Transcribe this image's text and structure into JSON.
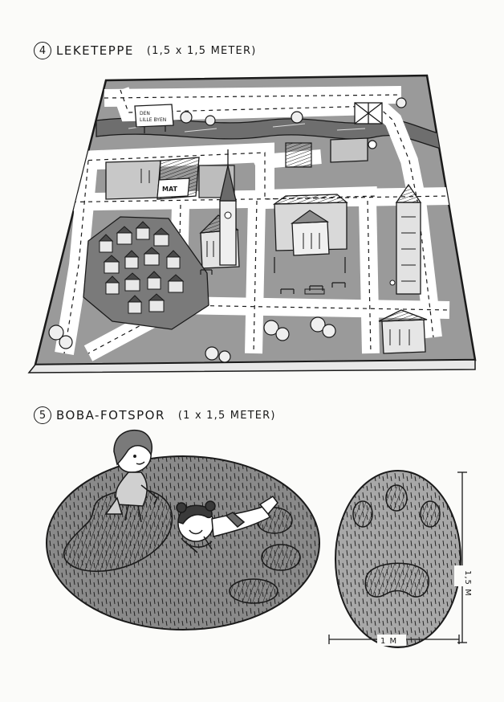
{
  "section4": {
    "number": "4",
    "title": "LEKETEPPE",
    "dimensions": "(1,5 x 1,5 METER)",
    "sign_line1": "DEN",
    "sign_line2": "LILLE BYEN",
    "store_label": "MAT"
  },
  "section5": {
    "number": "5",
    "title": "BOBA-FOTSPOR",
    "dimensions": "(1 x 1,5 METER)",
    "width_label": "1 M",
    "height_label": "1,5 M"
  },
  "colors": {
    "ink": "#1a1a1a",
    "mat": "#9a9a9a",
    "road": "#ffffff",
    "rug": "#8a8a8a",
    "paper": "#fbfbf9"
  }
}
